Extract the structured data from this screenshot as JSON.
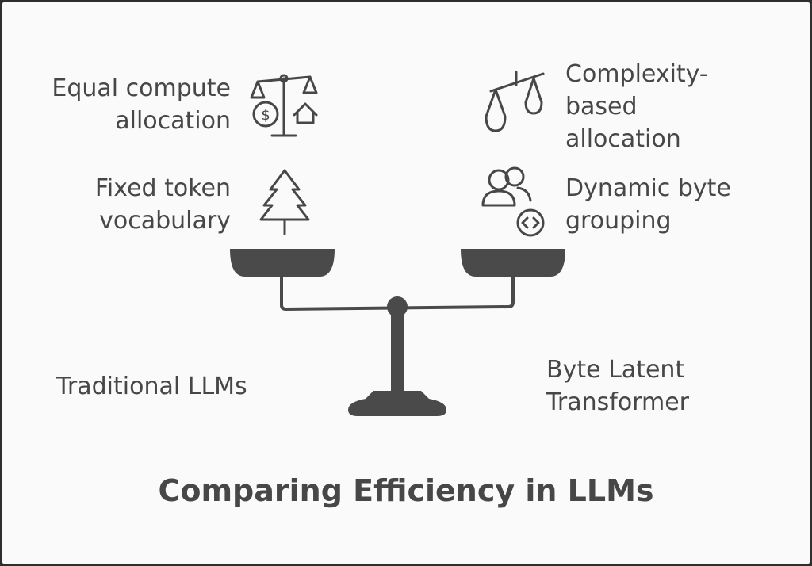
{
  "left": {
    "features": [
      "Equal compute\nallocation",
      "Fixed token\nvocabulary"
    ],
    "name": "Traditional LLMs",
    "icons": [
      "balance-scale-money-house-icon",
      "tree-icon"
    ]
  },
  "right": {
    "features": [
      "Complexity-\nbased\nallocation",
      "Dynamic byte\ngrouping"
    ],
    "name": "Byte Latent\nTransformer",
    "icons": [
      "tilted-scale-icon",
      "users-code-icon"
    ]
  },
  "title": "Comparing Efficiency in LLMs",
  "colors": {
    "ink": "#474747",
    "shape": "#4a4a4a",
    "background": "#fafafa",
    "border": "#2e2e2e"
  }
}
